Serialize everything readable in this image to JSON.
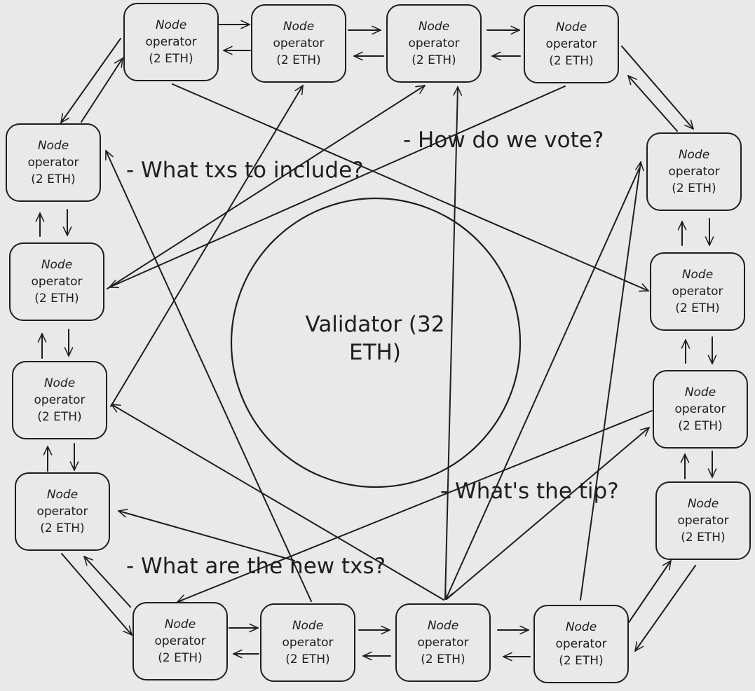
{
  "diagram": {
    "title": "Validator (32 ETH)",
    "center": {
      "label_line1": "Validator (32",
      "label_line2": "ETH)"
    },
    "node_template": {
      "line1": "Node",
      "line2": "operator",
      "line3": "(2 ETH)"
    },
    "nodes": [
      {
        "id": "n1",
        "line1": "Node",
        "line2": "operator",
        "line3": "(2 ETH)"
      },
      {
        "id": "n2",
        "line1": "Node",
        "line2": "operator",
        "line3": "(2 ETH)"
      },
      {
        "id": "n3",
        "line1": "Node",
        "line2": "operator",
        "line3": "(2 ETH)"
      },
      {
        "id": "n4",
        "line1": "Node",
        "line2": "operator",
        "line3": "(2 ETH)"
      },
      {
        "id": "n5",
        "line1": "Node",
        "line2": "operator",
        "line3": "(2 ETH)"
      },
      {
        "id": "n6",
        "line1": "Node",
        "line2": "operator",
        "line3": "(2 ETH)"
      },
      {
        "id": "n7",
        "line1": "Node",
        "line2": "operator",
        "line3": "(2 ETH)"
      },
      {
        "id": "n8",
        "line1": "Node",
        "line2": "operator",
        "line3": "(2 ETH)"
      },
      {
        "id": "n9",
        "line1": "Node",
        "line2": "operator",
        "line3": "(2 ETH)"
      },
      {
        "id": "n10",
        "line1": "Node",
        "line2": "operator",
        "line3": "(2 ETH)"
      },
      {
        "id": "n11",
        "line1": "Node",
        "line2": "operator",
        "line3": "(2 ETH)"
      },
      {
        "id": "n12",
        "line1": "Node",
        "line2": "operator",
        "line3": "(2 ETH)"
      },
      {
        "id": "n13",
        "line1": "Node",
        "line2": "operator",
        "line3": "(2 ETH)"
      },
      {
        "id": "n14",
        "line1": "Node",
        "line2": "operator",
        "line3": "(2 ETH)"
      },
      {
        "id": "n15",
        "line1": "Node",
        "line2": "operator",
        "line3": "(2 ETH)"
      },
      {
        "id": "n16",
        "line1": "Node",
        "line2": "operator",
        "line3": "(2 ETH)"
      }
    ],
    "questions": [
      {
        "id": "q1",
        "text": "- What txs to include?"
      },
      {
        "id": "q2",
        "text": "- How do we vote?"
      },
      {
        "id": "q3",
        "text": "- What's the tip?"
      },
      {
        "id": "q4",
        "text": "- What are the new txs?"
      }
    ],
    "colors": {
      "background": "#e9e9e9",
      "stroke": "#1e1e1e"
    }
  }
}
